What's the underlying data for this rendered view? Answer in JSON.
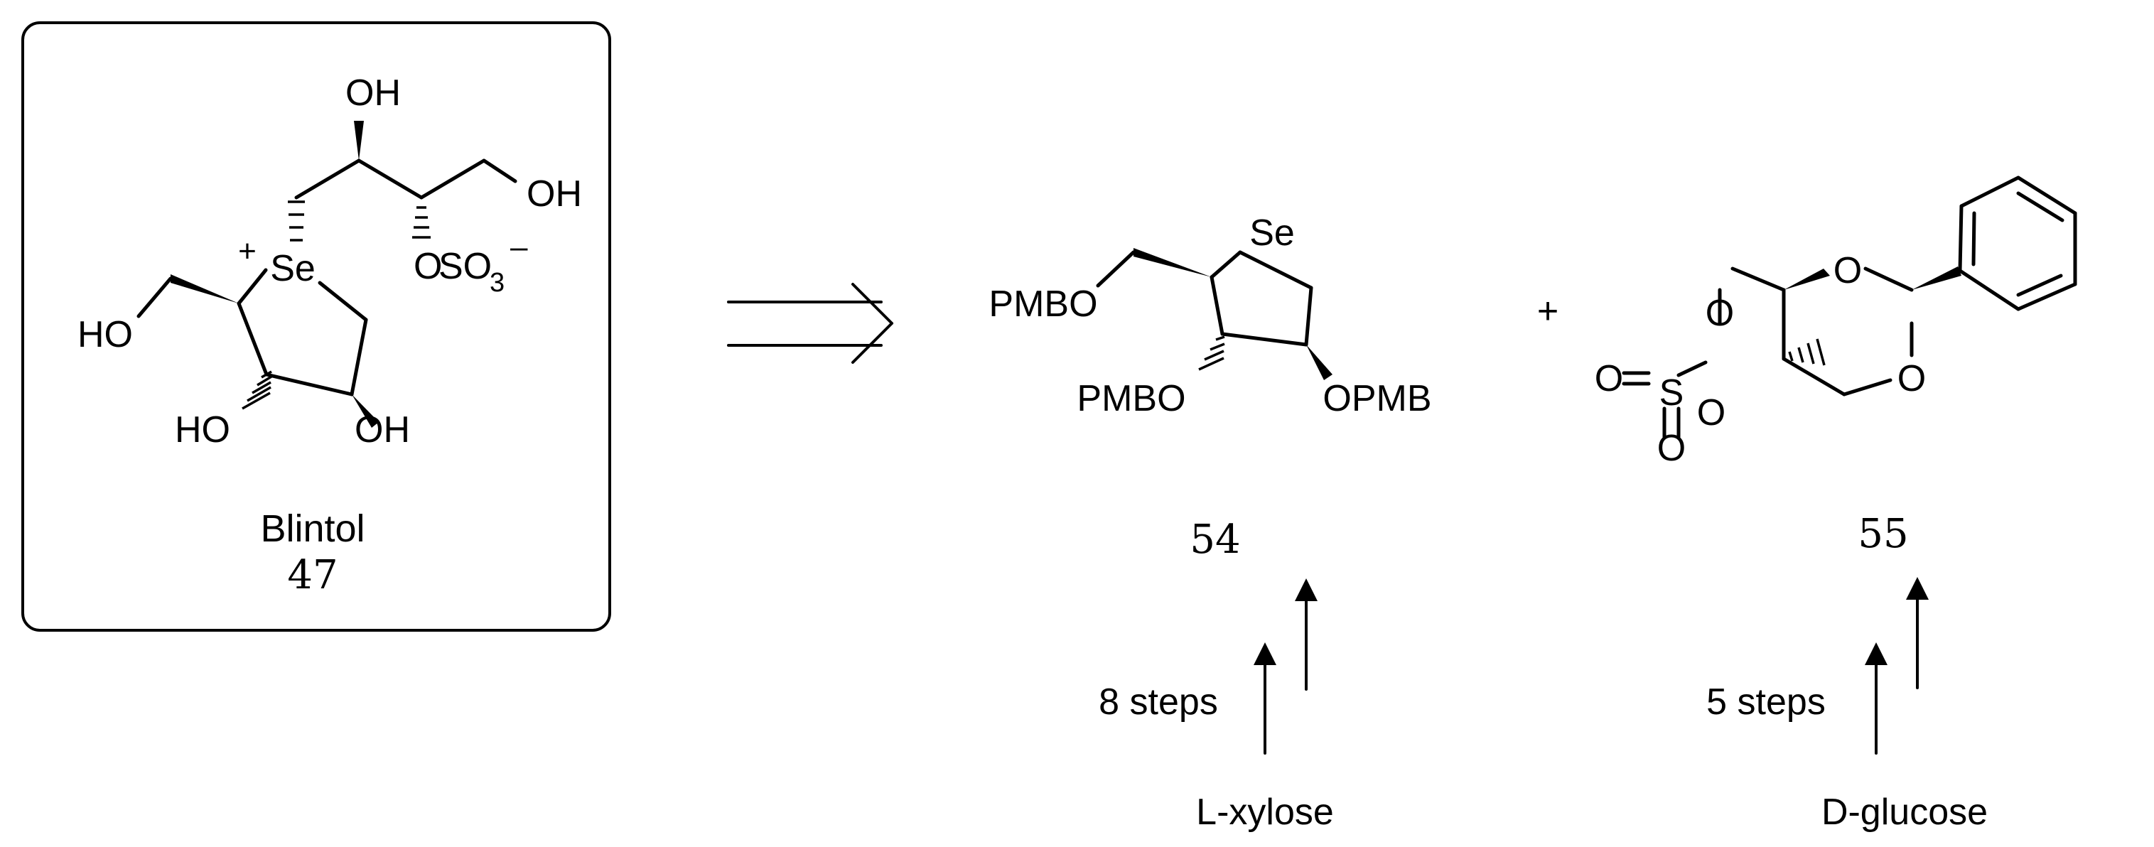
{
  "compound_47": {
    "name": "Blintol",
    "number": "47",
    "labels": {
      "oh_top": "OH",
      "oh_right": "OH",
      "plus": "+",
      "se": "Se",
      "oso3_o": "O",
      "oso3_s": "SO",
      "oso3_sub": "3",
      "oso3_charge": "–",
      "ho_left": "HO",
      "ho_bottom": "HO",
      "oh_bottom": "OH"
    }
  },
  "retro_arrow": "retrosynthetic-arrow",
  "compound_54": {
    "number": "54",
    "labels": {
      "se": "Se",
      "pmbo_top": "PMBO",
      "pmbo_bottom": "PMBO",
      "opmb": "OPMB"
    }
  },
  "plus_sign": "+",
  "compound_55": {
    "number": "55",
    "labels": {
      "o1": "O",
      "o2": "O",
      "o3": "O",
      "o4": "O",
      "o5": "O",
      "o6": "O",
      "s": "S"
    }
  },
  "route_54": {
    "steps": "8 steps",
    "start": "L-xylose"
  },
  "route_55": {
    "steps": "5 steps",
    "start": "D-glucose"
  }
}
